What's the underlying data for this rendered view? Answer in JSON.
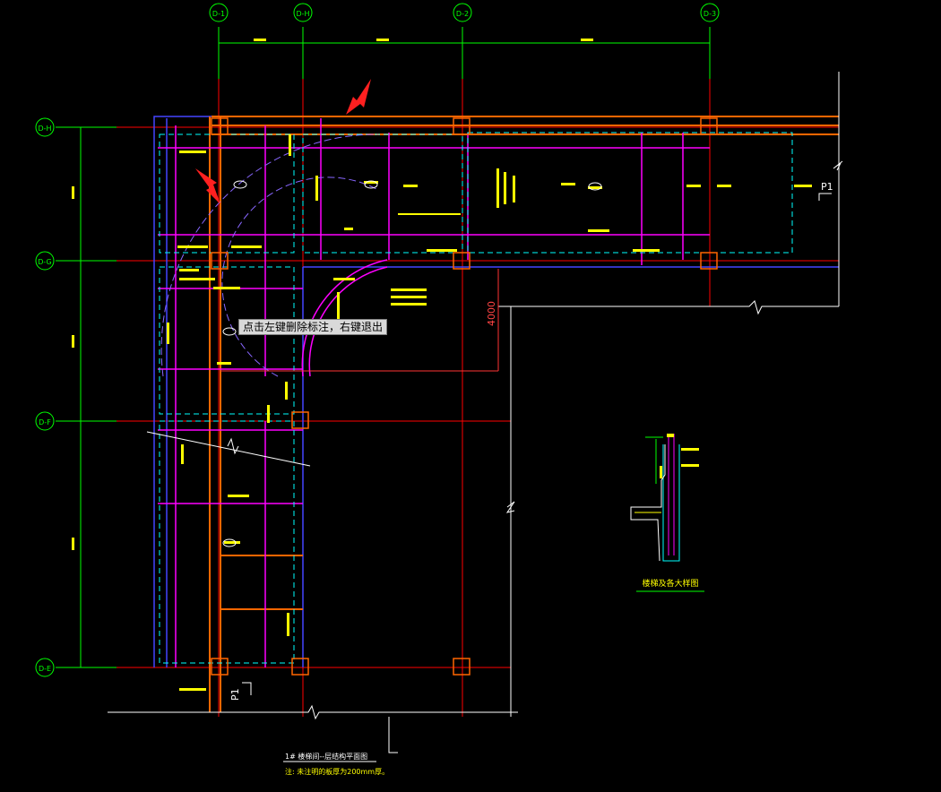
{
  "status_tooltip": "点击左键删除标注，右键退出",
  "axes_vertical": [
    "D-1",
    "D-H",
    "D-2",
    "D-3"
  ],
  "axes_horizontal": [
    "D-H",
    "D-G",
    "D-F",
    "D-E"
  ],
  "dimension_vertical": "4000",
  "section_label_right": "P1",
  "section_label_bottom": "P1",
  "detail_title": "楼梯及各大样图",
  "plan_title": "1# 楼梯间--层结构平面图",
  "plan_note": "注: 未注明的板厚为200mm厚。",
  "colors": {
    "background": "#000000",
    "axis_green": "#00ff00",
    "axis_red": "#ff0000",
    "beam_magenta": "#ff00ff",
    "dash_cyan": "#00ffff",
    "annotation_yellow": "#ffff00",
    "wall_blue": "#4444ff",
    "arrow_red": "#ff2020",
    "tooltip_bg": "#d9d9d9"
  }
}
